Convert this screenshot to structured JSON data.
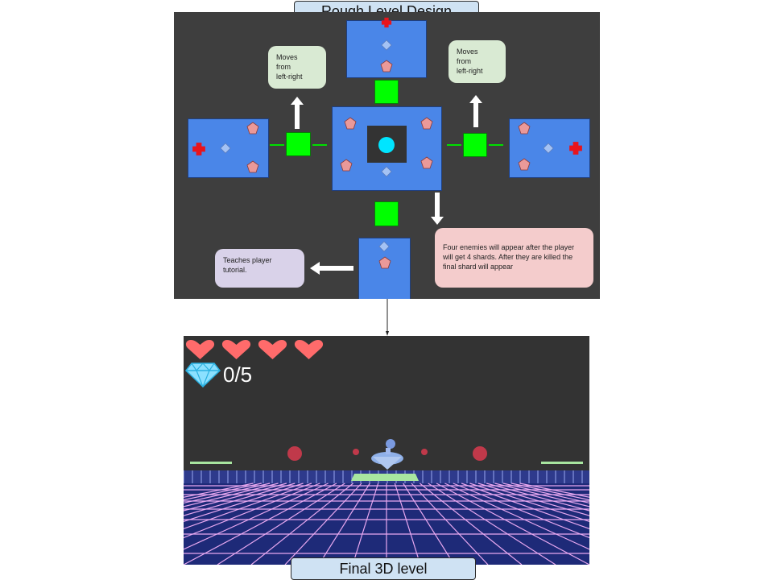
{
  "top_title": "Rough Level Design",
  "bottom_title": "Final 3D level",
  "notes": {
    "moves_left": "Moves\nfrom\nleft-right",
    "moves_right": "Moves\nfrom\nleft-right",
    "tutorial": "Teaches player\ntutorial.",
    "enemies": "Four enemies will appear after the player will get 4 shards. After they are killed the final shard will appear"
  },
  "icons": {
    "heart": "heart-icon",
    "shard": "diamond-icon",
    "enemy": "pentagon-icon",
    "health": "red-cross-icon",
    "player": "cyan-circle-icon"
  },
  "colors": {
    "room": "#4a86e8",
    "moving_platform": "#00ff00",
    "panel_bg": "#3e3e3e",
    "heart": "#ff6b6b",
    "grid_line": "#e8a8f0"
  },
  "hud": {
    "hearts": 4,
    "shard_count": "0/5"
  }
}
